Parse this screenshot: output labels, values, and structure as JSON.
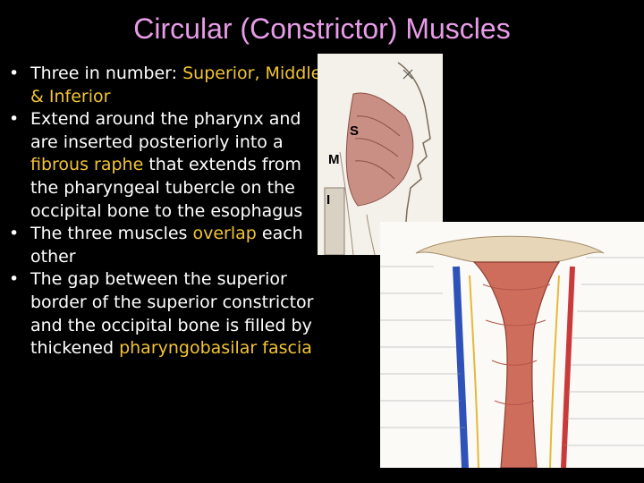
{
  "slide": {
    "title": "Circular (Constrictor) Muscles",
    "bullets": [
      {
        "parts": [
          {
            "text": "Three in number: ",
            "hl": false
          },
          {
            "text": "Superior, Middle & Inferior",
            "hl": true
          }
        ]
      },
      {
        "parts": [
          {
            "text": "Extend around the pharynx  and are inserted posteriorly into a ",
            "hl": false
          },
          {
            "text": "fibrous raphe",
            "hl": true
          },
          {
            "text": " that extends from the pharyngeal tubercle on the occipital bone to the esophagus",
            "hl": false
          }
        ]
      },
      {
        "parts": [
          {
            "text": "The three muscles ",
            "hl": false
          },
          {
            "text": "overlap",
            "hl": true
          },
          {
            "text": " each other",
            "hl": false
          }
        ]
      },
      {
        "parts": [
          {
            "text": "The gap between the superior border of the superior constrictor and the occipital bone is filled by thickened ",
            "hl": false
          },
          {
            "text": "pharyngobasilar fascia",
            "hl": true
          }
        ]
      }
    ]
  },
  "side_figure": {
    "labels": {
      "superior": "S",
      "middle": "M",
      "inferior": "I"
    }
  },
  "colors": {
    "title": "#e79ce8",
    "highlight": "#f2c434",
    "body_text": "#ffffff",
    "background": "#000000"
  }
}
